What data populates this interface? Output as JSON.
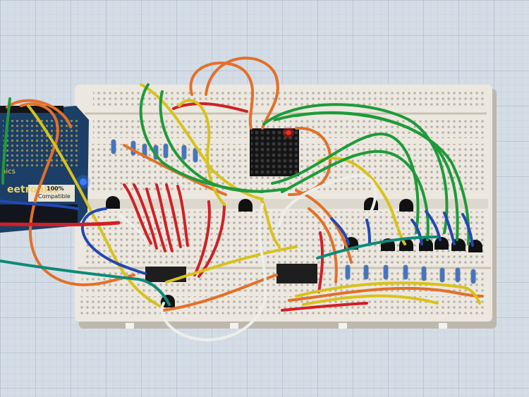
{
  "photo": {
    "subject": "breadboard-with-arduino-and-led-matrix",
    "colors": {
      "paper": "#d4dde6",
      "grid_line": "#a9b9cc",
      "breadboard": "#ece8df",
      "breadboard_shadow": "#bdb8ad",
      "board_pcb": "#1b3f66",
      "led_matrix": "#141414",
      "ic_chip": "#1e1e1e",
      "wire_green": "#1f9a3a",
      "wire_orange": "#e2702a",
      "wire_yellow": "#d8c21c",
      "wire_red": "#d11f26",
      "wire_blue": "#2248b0",
      "wire_white": "#eeeeea",
      "wire_teal": "#0e8a78",
      "lit_led": "#ff2a1a",
      "board_led": "#3d7dff"
    }
  },
  "board_labels": {
    "brand": "eetronics",
    "percent": "100%",
    "compatible": "Compatible",
    "side": "nics"
  }
}
